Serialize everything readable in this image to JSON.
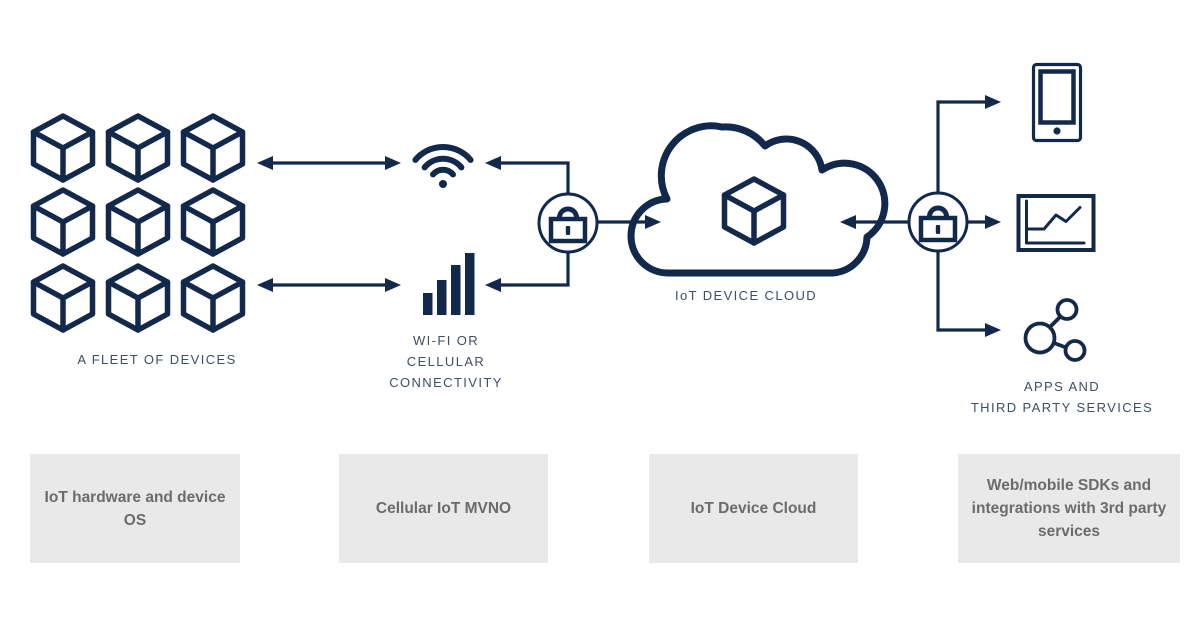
{
  "colors": {
    "navy": "#13294B",
    "label_text": "#3E4E63",
    "box_bg": "#E9E9EA",
    "box_text": "#6B6B6B",
    "background": "#FFFFFF"
  },
  "diagram": {
    "fleet": {
      "label": "A FLEET OF DEVICES",
      "icon": "cube-icon",
      "device_count": 9
    },
    "connectivity": {
      "label": "WI-FI OR CELLULAR CONNECTIVITY",
      "lines": [
        "WI-FI OR",
        "CELLULAR",
        "CONNECTIVITY"
      ],
      "icons": [
        "wifi-icon",
        "cellular-bars-icon"
      ]
    },
    "security": {
      "icon": "lock-icon"
    },
    "cloud": {
      "label": "IoT DEVICE CLOUD",
      "icons": [
        "cloud-icon",
        "cube-icon"
      ]
    },
    "apps": {
      "label": "APPS AND THIRD PARTY SERVICES",
      "lines": [
        "APPS AND",
        "THIRD PARTY SERVICES"
      ],
      "icons": [
        "smartphone-icon",
        "line-chart-icon",
        "share-icon"
      ]
    }
  },
  "boxes": [
    {
      "label": "IoT hardware and device OS",
      "lines": [
        "IoT hardware and device",
        "OS"
      ]
    },
    {
      "label": "Cellular IoT MVNO",
      "lines": [
        "Cellular IoT MVNO"
      ]
    },
    {
      "label": "IoT Device Cloud",
      "lines": [
        "IoT Device Cloud"
      ]
    },
    {
      "label": "Web/mobile SDKs and integrations with 3rd party services",
      "lines": [
        "Web/mobile SDKs and",
        "integrations with 3rd party",
        "services"
      ]
    }
  ]
}
